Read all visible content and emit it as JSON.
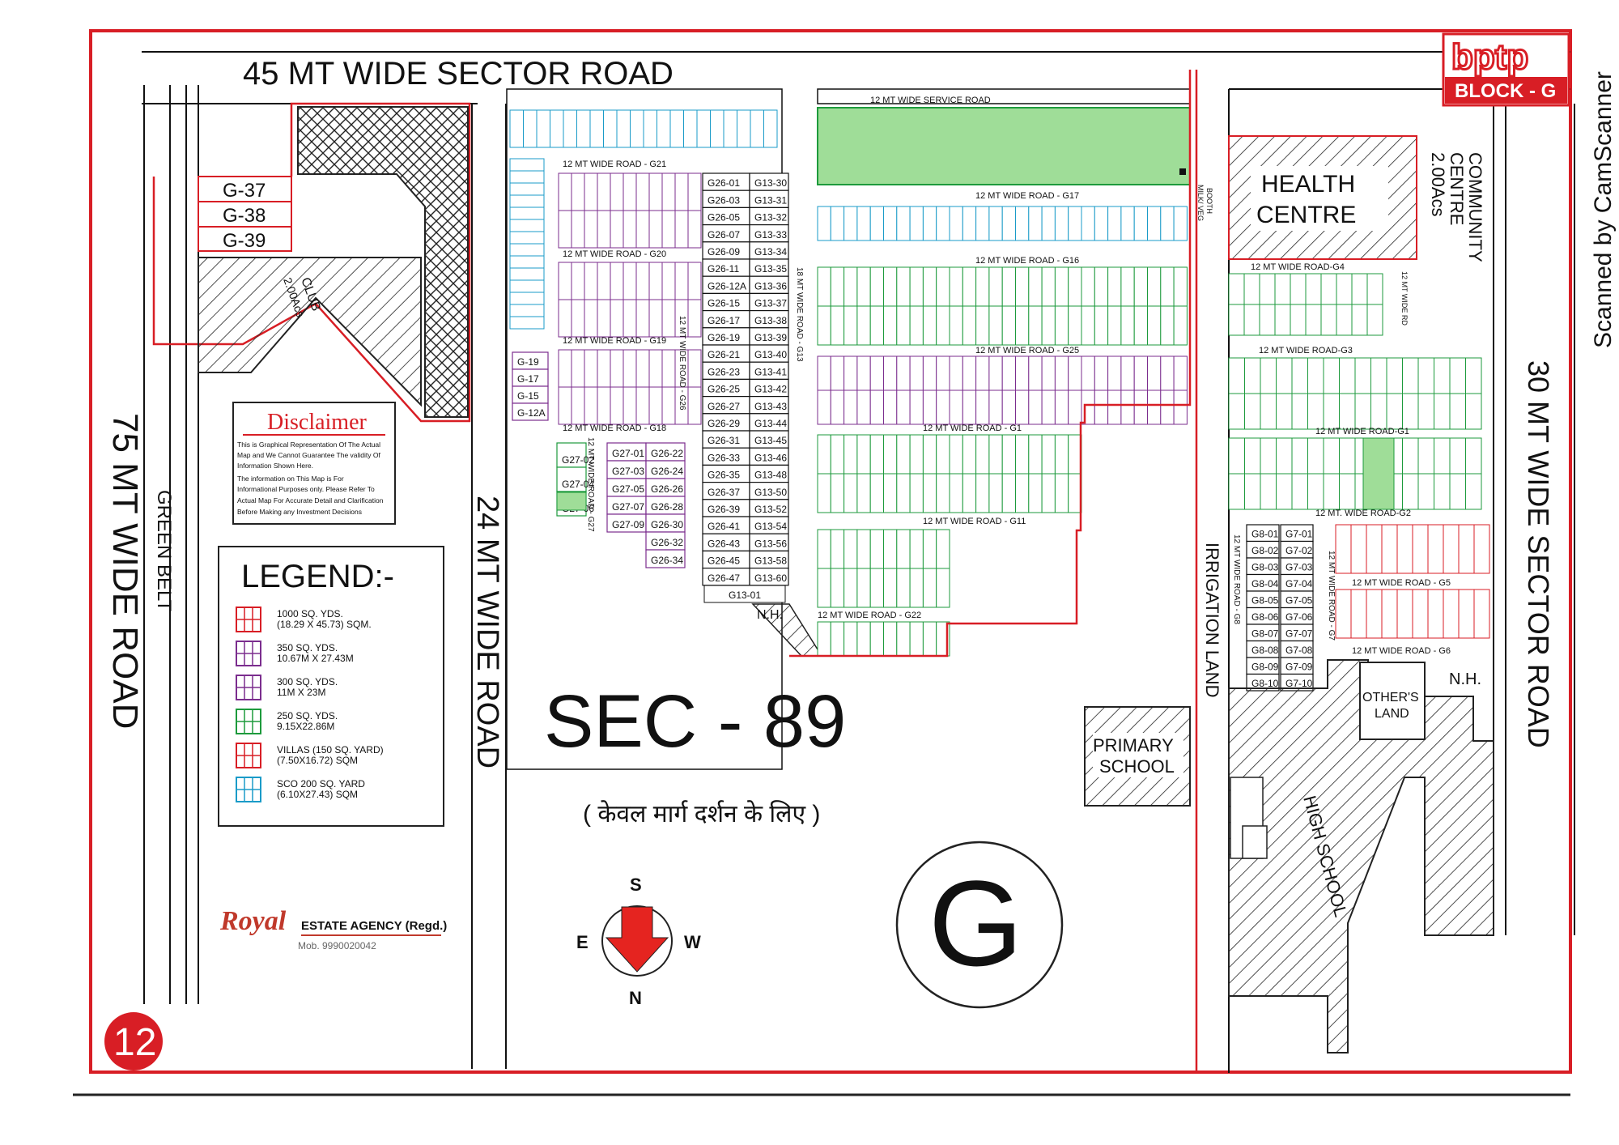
{
  "map": {
    "sector_title": "SEC - 89",
    "block_letter": "G",
    "route_note": "( केवल मार्ग दर्शन के लिए )",
    "scanner_mark": "Scanned by CamScanner",
    "page_number": "12",
    "logo": {
      "brand": "bptp",
      "block": "BLOCK - G"
    },
    "roads": {
      "top": "45 MT  WIDE  SECTOR ROAD",
      "left": "75 MT WIDE  ROAD",
      "green_belt": "GREEN BELT",
      "middle": "24 MT WIDE ROAD",
      "right": "30 MT WIDE SECTOR ROAD",
      "irrigation": "IRRIGATION LAND",
      "service": "12 MT  WIDE SERVICE  ROAD",
      "g21": "12 MT WIDE ROAD - G21",
      "g20": "12 MT WIDE ROAD - G20",
      "g19": "12 MT WIDE ROAD - G19",
      "g18": "12 MT WIDE ROAD - G18",
      "g17": "12 MT  WIDE ROAD - G17",
      "g16": "12 MT WIDE ROAD - G16",
      "g25": "12 MT WIDE ROAD - G25",
      "g1": "12 MT  WIDE ROAD - G1",
      "g11": "12 MT WIDE ROAD - G11",
      "g22": "12 MT WIDE ROAD - G22",
      "g13": "18 MT WIDE ROAD - G13",
      "g26": "12 MT WIDE ROAD - G26",
      "g27": "12 MT WIDE ROAD - G27",
      "g4": "12 MT WIDE ROAD-G4",
      "g3": "12 MT WIDE ROAD-G3",
      "g1b": "12 MT WIDE ROAD-G1",
      "g2": "12 MT. WIDE ROAD-G2",
      "g5": "12 MT WIDE ROAD - G5",
      "g6": "12 MT WIDE ROAD - G6",
      "g8": "12 MT WIDE ROAD - G8",
      "g7": "12 MT WIDE ROAD - G7",
      "wide_rd": "12 MT WIDE RD"
    },
    "areas": {
      "club": "CLUB",
      "club_area": "2.00Acs",
      "health": "HEALTH",
      "health2": "CENTRE",
      "community": "COMMUNITY",
      "community2": "CENTRE",
      "community3": "2.00Acs",
      "primary": "PRIMARY",
      "primary2": "SCHOOL",
      "high": "HIGH SCHOOL",
      "others": "OTHER'S",
      "others2": "LAND",
      "nh": "N.H.",
      "milk": "MILK/ VEG",
      "booth": "BOOTH"
    },
    "named_plots": [
      "G-37",
      "G-38",
      "G-39"
    ],
    "left_plots": [
      "G-19",
      "G-17",
      "G-15",
      "G-12A"
    ],
    "col_g26": [
      "G26-01",
      "G26-03",
      "G26-05",
      "G26-07",
      "G26-09",
      "G26-11",
      "G26-12A",
      "G26-15",
      "G26-17",
      "G26-19",
      "G26-21",
      "G26-23",
      "G26-25",
      "G26-27",
      "G26-29",
      "G26-31",
      "G26-33",
      "G26-35",
      "G26-37",
      "G26-39",
      "G26-41",
      "G26-43",
      "G26-45",
      "G26-47"
    ],
    "col_g13": [
      "G13-30",
      "G13-31",
      "G13-32",
      "G13-33",
      "G13-34",
      "G13-35",
      "G13-36",
      "G13-37",
      "G13-38",
      "G13-39",
      "G13-40",
      "G13-41",
      "G13-42",
      "G13-43",
      "G13-44",
      "G13-45",
      "G13-46",
      "G13-48",
      "G13-50",
      "G13-52",
      "G13-54",
      "G13-56",
      "G13-58",
      "G13-60"
    ],
    "g13_01": "G13-01",
    "g8_col": [
      "G8-01",
      "G8-02",
      "G8-03",
      "G8-04",
      "G8-05",
      "G8-06",
      "G8-07",
      "G8-08",
      "G8-09",
      "G8-10"
    ],
    "g7_col": [
      "G7-01",
      "G7-02",
      "G7-03",
      "G7-04",
      "G7-05",
      "G7-06",
      "G7-07",
      "G7-08",
      "G7-09",
      "G7-10"
    ],
    "g27_left": [
      "G27-02",
      "G27-04",
      "G27-06"
    ],
    "g27_mid": [
      "G27-01",
      "G27-03",
      "G27-05",
      "G27-07",
      "G27-09"
    ],
    "g26_mid": [
      "G26-22",
      "G26-24",
      "G26-26",
      "G26-28",
      "G26-30",
      "G26-32",
      "G26-34"
    ],
    "disclaimer": {
      "title": "Disclaimer",
      "lines": [
        "This is Graphical Representation Of The Actual",
        "Map and  We Cannot Guarantee The validity Of",
        "Information Shown Here.",
        "The information on This Map is For",
        "Informational Purposes only. Please Refer To",
        "Actual Map For Accurate Detail and Clarification",
        "Before Making any  Investment Decisions"
      ]
    },
    "legend": {
      "title": "LEGEND:-",
      "items": [
        {
          "line1": "1000 SQ. YDS.",
          "line2": "(18.29 X 45.73) SQM.",
          "color": "#d81e25"
        },
        {
          "line1": "350 SQ. YDS.",
          "line2": "10.67M X 27.43M",
          "color": "#7b2d8e"
        },
        {
          "line1": "300 SQ. YDS.",
          "line2": "11M X 23M",
          "color": "#7b2d8e"
        },
        {
          "line1": "250 SQ. YDS.",
          "line2": "9.15X22.86M",
          "color": "#1d9a3c"
        },
        {
          "line1": "VILLAS (150 SQ. YARD)",
          "line2": "(7.50X16.72) SQM",
          "color": "#d81e25"
        },
        {
          "line1": "SCO 200 SQ. YARD",
          "line2": "(6.10X27.43) SQM",
          "color": "#1a9bc8"
        }
      ]
    },
    "agency": {
      "name": "Royal",
      "rest": "ESTATE AGENCY (Regd.)",
      "mobile": "Mob. 9990020042"
    },
    "compass": {
      "top": "S",
      "bottom": "N",
      "left": "E",
      "right": "W"
    },
    "colors": {
      "boundary": "#d81e25",
      "plot_green": "#1d9a3c",
      "plot_purple": "#7b2d8e",
      "plot_cyan": "#1a9bc8",
      "green_fill": "#9fdd98"
    }
  }
}
